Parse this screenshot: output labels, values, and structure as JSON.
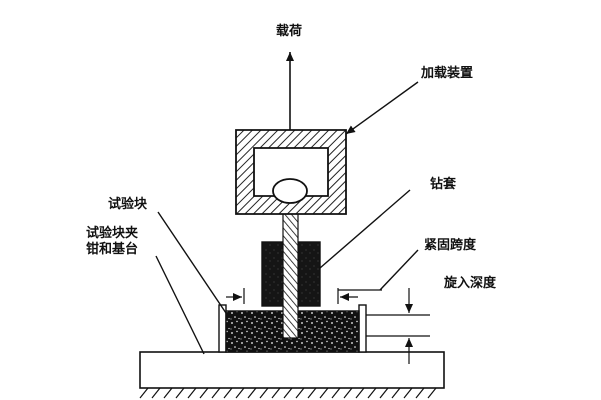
{
  "labels": {
    "load": "载荷",
    "loading_device": "加载装置",
    "drill_sleeve": "钻套",
    "test_block": "试验块",
    "clamp_line1": "试验块夹",
    "clamp_line2": "钳和基台",
    "clamping_span": "紧固跨度",
    "screw_depth": "旋入深度"
  },
  "colors": {
    "ink": "#111111",
    "hatch": "#222222",
    "paper": "#ffffff"
  }
}
